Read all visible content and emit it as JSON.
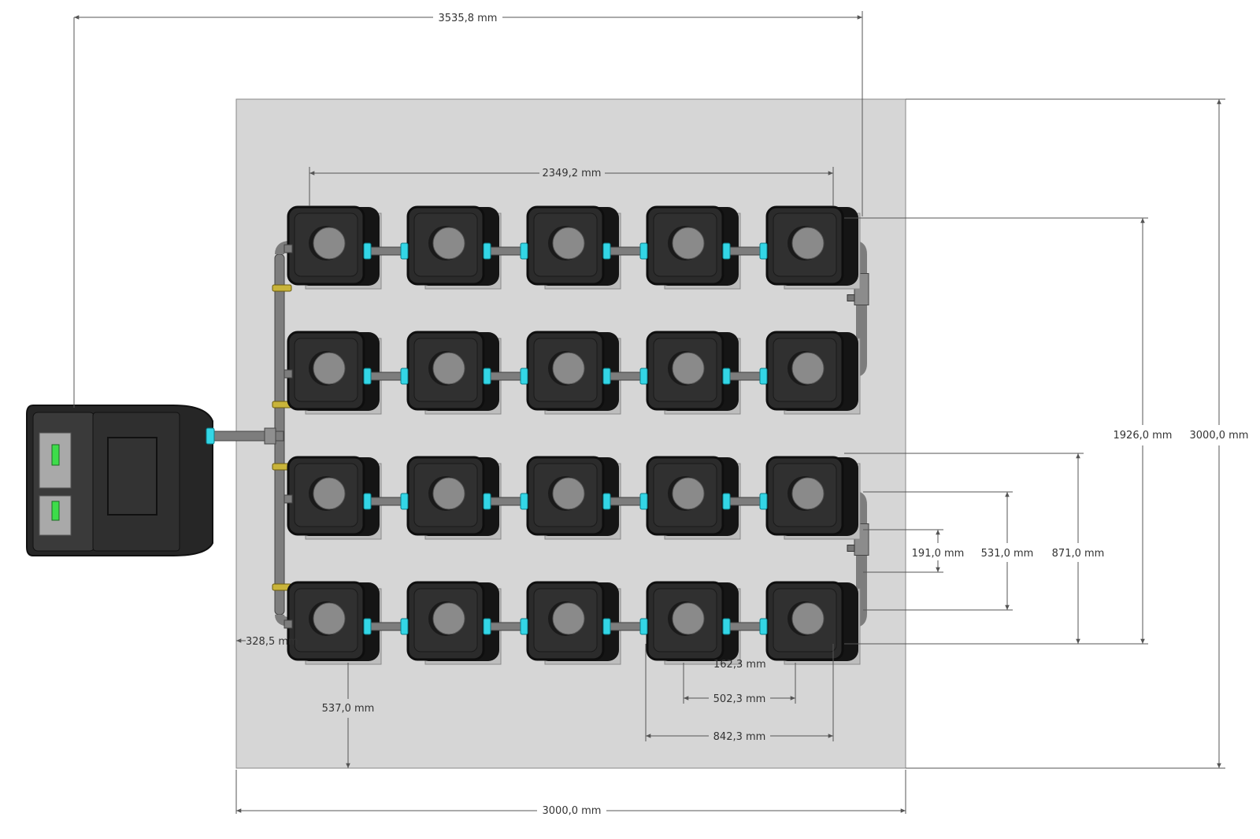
{
  "dimensions": {
    "overall_width": "3535,8 mm",
    "floor_width": "3000,0 mm",
    "floor_depth": "3000,0 mm",
    "row_span": "2349,2 mm",
    "grid_depth": "1926,0 mm",
    "lower_depth": "871,0 mm",
    "gap_531": "531,0 mm",
    "gap_191": "191,0 mm",
    "edge_offset": "328,5 mm",
    "front_offset": "537,0 mm",
    "span_842": "842,3 mm",
    "span_502": "502,3 mm",
    "span_162": "162,3 mm"
  },
  "layout": {
    "rows": 4,
    "pots_per_row": 5
  },
  "colors": {
    "floor": "#d6d6d6",
    "pot": "#2b2b2b",
    "pot_hole": "#8a8a8a",
    "pipe": "#7d7d7d",
    "connector": "#33d6e6",
    "clamp": "#c9b43a",
    "indicator": "#3ddc4a",
    "dim_line": "#555555"
  }
}
